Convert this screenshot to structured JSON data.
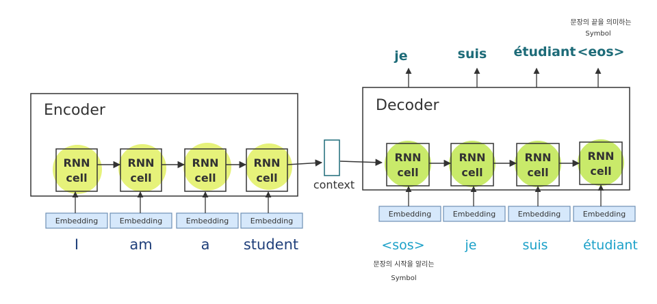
{
  "encoder": {
    "title": "Encoder",
    "cell_line1": "RNN",
    "cell_line2": "cell",
    "embedding_label": "Embedding",
    "inputs": [
      "I",
      "am",
      "a",
      "student"
    ]
  },
  "context": {
    "label": "context"
  },
  "decoder": {
    "title": "Decoder",
    "cell_line1": "RNN",
    "cell_line2": "cell",
    "embedding_label": "Embedding",
    "inputs": [
      "<sos>",
      "je",
      "suis",
      "étudiant"
    ],
    "outputs": [
      "je",
      "suis",
      "étudiant",
      "<eos>"
    ],
    "sos_note": [
      "문장의 시작을 알리는",
      "Symbol"
    ],
    "eos_note": [
      "문장의 끝을 의미하는",
      "Symbol"
    ]
  },
  "colors": {
    "highlight": "#e6f27a",
    "embedding_fill": "#d6e8fb",
    "embedding_stroke": "#6d8fb5",
    "encoder_text": "#1f3f7a",
    "decoder_input_text": "#1aa0c8",
    "decoder_output_text": "#1d6b78",
    "line": "#333333"
  }
}
